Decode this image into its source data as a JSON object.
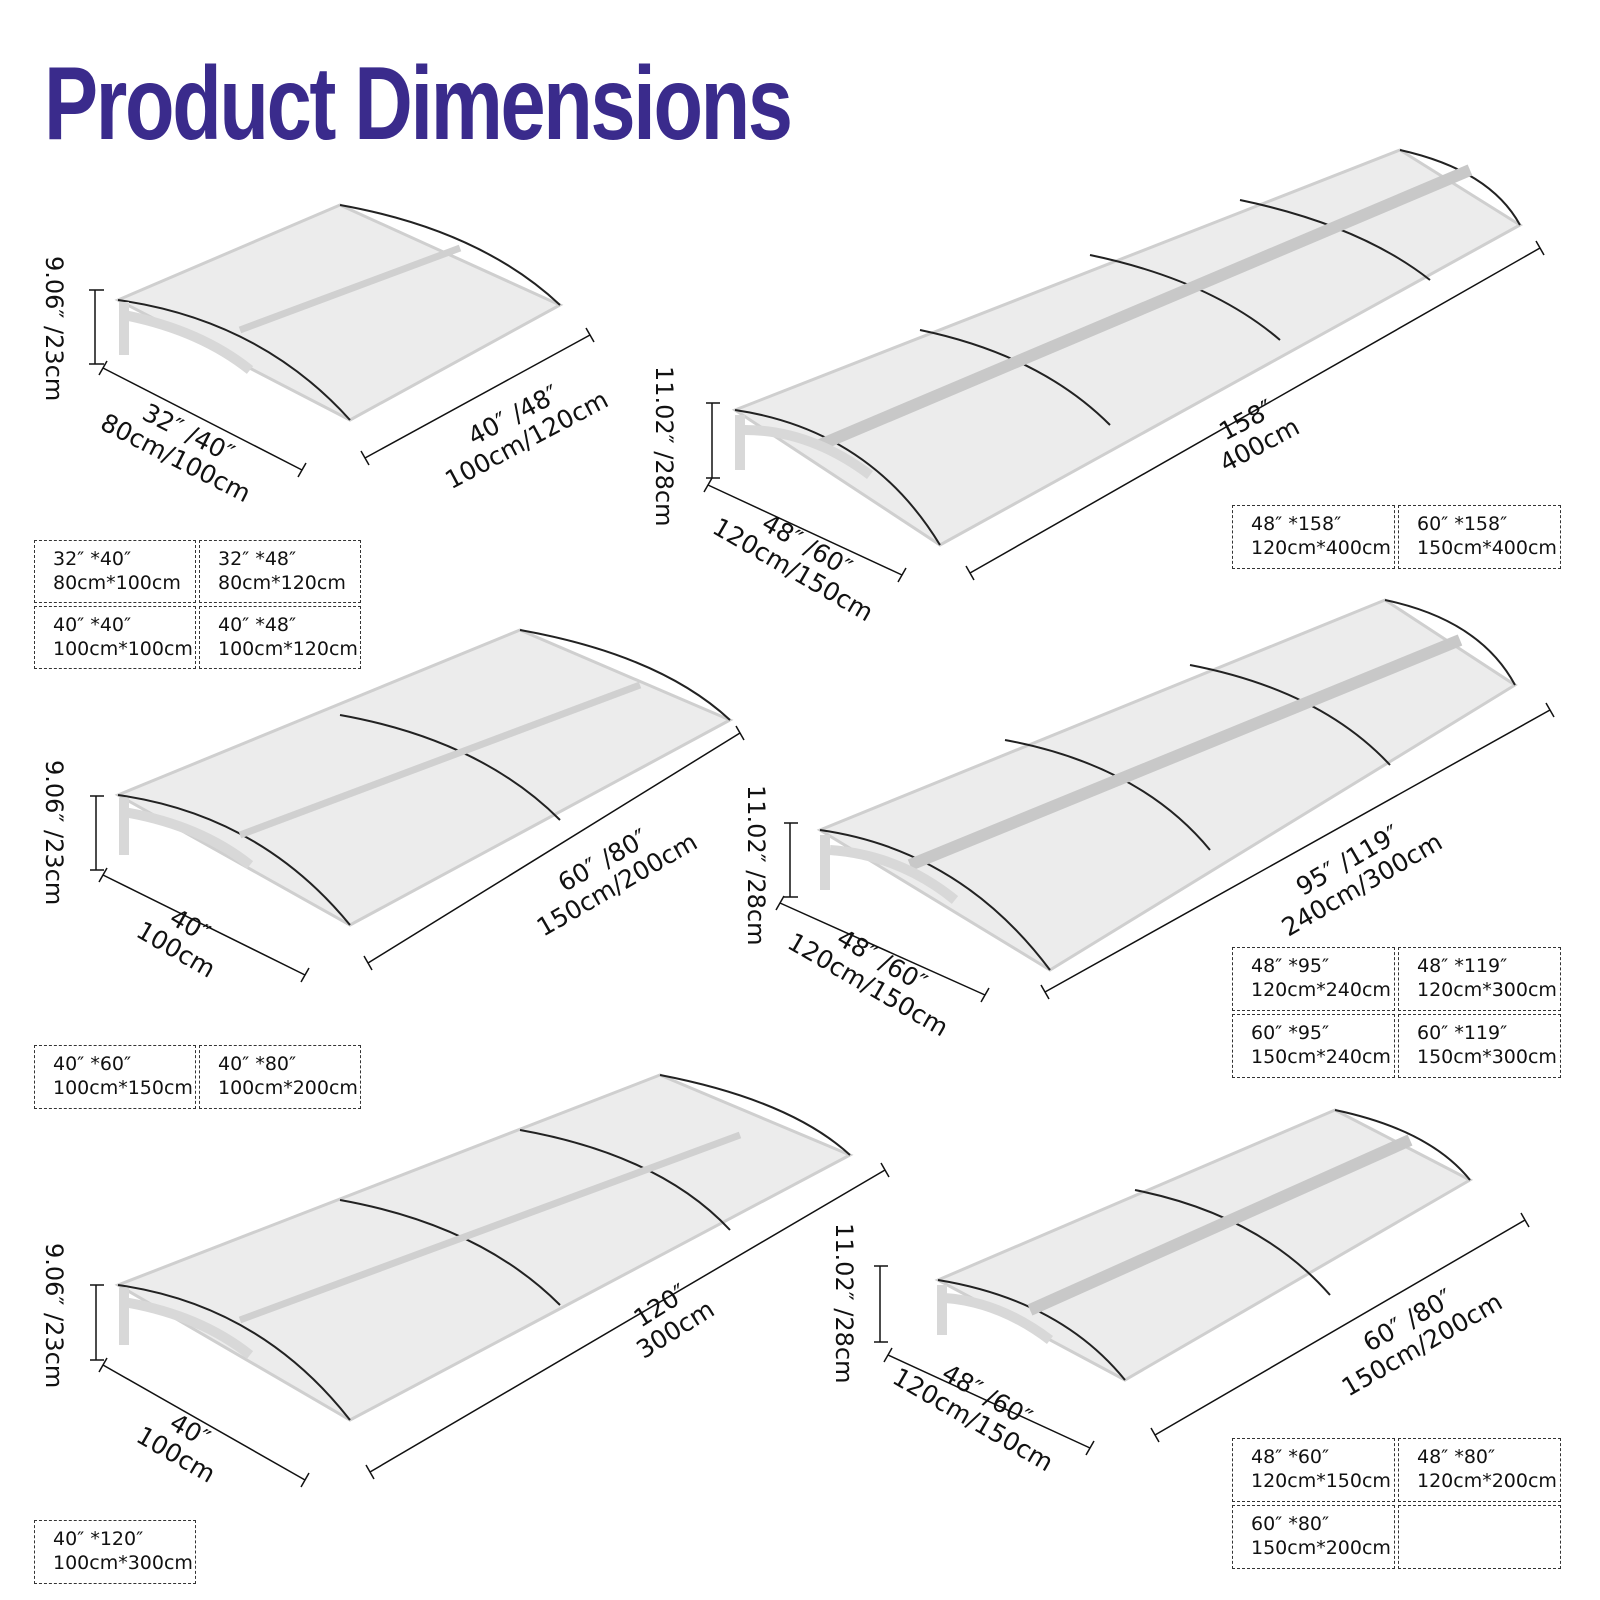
{
  "title": "Product Dimensions",
  "colors": {
    "title": "#3a2b8c",
    "lines": "#111111",
    "panel": "#e9e9e9",
    "frame": "#d4d4d4"
  },
  "drawings": [
    {
      "id": "single-panel",
      "panels": 1,
      "bracket": "standard",
      "height": "9.06″ /23cm",
      "depth": [
        "32″ /40″",
        "80cm/100cm"
      ],
      "length": [
        "40″ /48″",
        "100cm/120cm"
      ],
      "sizes": [
        [
          "32″ *40″",
          "80cm*100cm"
        ],
        [
          "32″ *48″",
          "80cm*120cm"
        ],
        [
          "40″ *40″",
          "100cm*100cm"
        ],
        [
          "40″ *48″",
          "100cm*120cm"
        ]
      ]
    },
    {
      "id": "four-panel-scroll",
      "panels": 4,
      "bracket": "scroll",
      "height": "11.02″ /28cm",
      "depth": [
        "48″ /60″",
        "120cm/150cm"
      ],
      "length": [
        "158″",
        "400cm"
      ],
      "sizes": [
        [
          "48″ *158″",
          "120cm*400cm"
        ],
        [
          "60″ *158″",
          "150cm*400cm"
        ]
      ]
    },
    {
      "id": "two-panel",
      "panels": 2,
      "bracket": "standard",
      "height": "9.06″ /23cm",
      "depth": [
        "40″",
        "100cm"
      ],
      "length": [
        "60″ /80″",
        "150cm/200cm"
      ],
      "sizes": [
        [
          "40″ *60″",
          "100cm*150cm"
        ],
        [
          "40″ *80″",
          "100cm*200cm"
        ]
      ]
    },
    {
      "id": "three-panel-scroll",
      "panels": 3,
      "bracket": "scroll",
      "height": "11.02″ /28cm",
      "depth": [
        "48″ /60″",
        "120cm/150cm"
      ],
      "length": [
        "95″ /119″",
        "240cm/300cm"
      ],
      "sizes": [
        [
          "48″ *95″",
          "120cm*240cm"
        ],
        [
          "48″ *119″",
          "120cm*300cm"
        ],
        [
          "60″ *95″",
          "150cm*240cm"
        ],
        [
          "60″ *119″",
          "150cm*300cm"
        ]
      ]
    },
    {
      "id": "three-panel",
      "panels": 3,
      "bracket": "standard",
      "height": "9.06″ /23cm",
      "depth": [
        "40″",
        "100cm"
      ],
      "length": [
        "120″",
        "300cm"
      ],
      "sizes": [
        [
          "40″ *120″",
          "100cm*300cm"
        ]
      ]
    },
    {
      "id": "two-panel-scroll",
      "panels": 2,
      "bracket": "scroll",
      "height": "11.02″ /28cm",
      "depth": [
        "48″ /60″",
        "120cm/150cm"
      ],
      "length": [
        "60″ /80″",
        "150cm/200cm"
      ],
      "sizes": [
        [
          "48″ *60″",
          "120cm*150cm"
        ],
        [
          "48″ *80″",
          "120cm*200cm"
        ],
        [
          "60″ *80″",
          "150cm*200cm"
        ],
        [
          "",
          ""
        ]
      ]
    }
  ]
}
